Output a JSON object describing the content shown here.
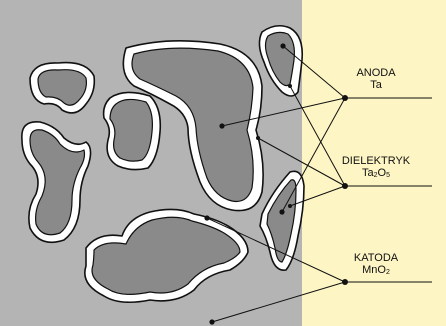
{
  "colors": {
    "background_right": "#fdf5c4",
    "cathode_fill": "#b4b4b4",
    "dielectric_fill": "#ffffff",
    "anode_fill": "#8a8a8a",
    "outline": "#111111"
  },
  "labels": {
    "anode": {
      "title": "ANODA",
      "formula": "Ta"
    },
    "dielectric": {
      "title": "DIELEKTRYK",
      "formula_base": "Ta",
      "formula_sub1": "2",
      "formula_mid": "O",
      "formula_sub2": "5"
    },
    "cathode": {
      "title": "KATODA",
      "formula_base": "MnO",
      "formula_sub": "2"
    }
  }
}
